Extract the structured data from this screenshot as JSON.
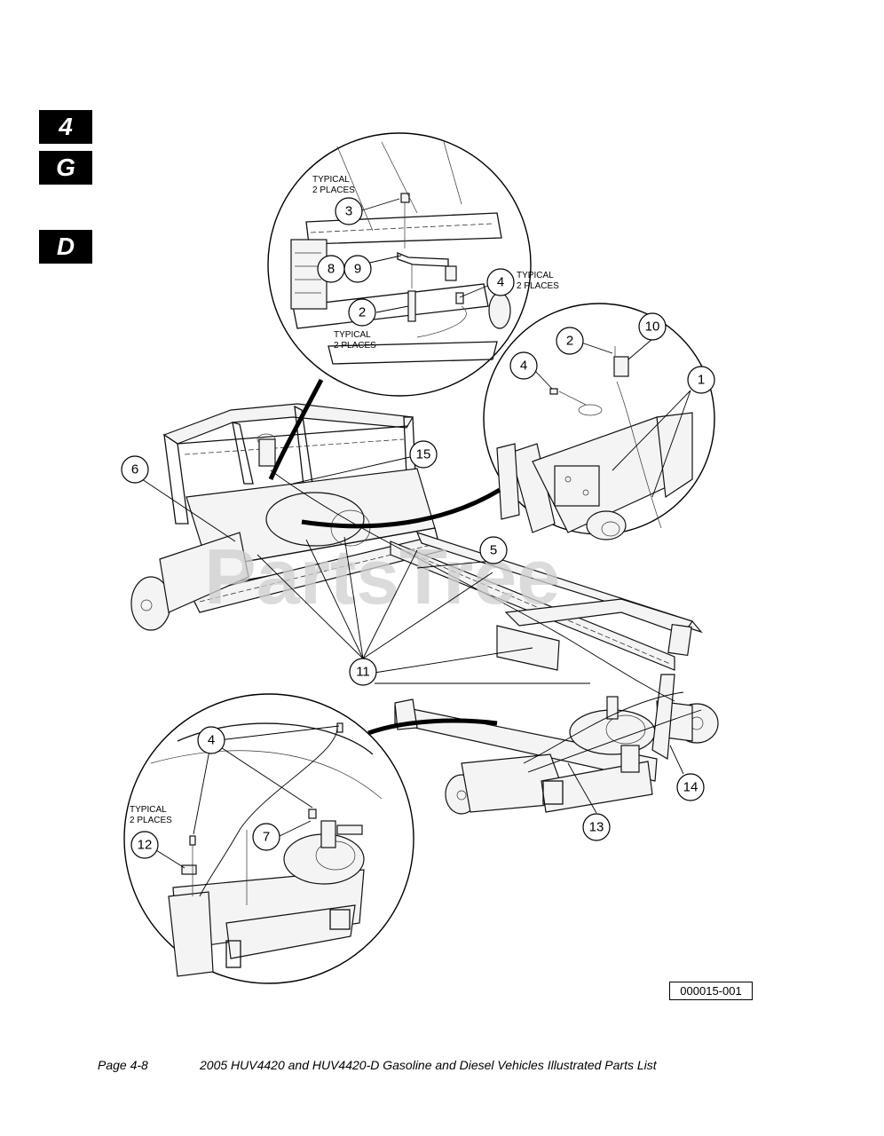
{
  "section_tabs": [
    "4",
    "G",
    "D"
  ],
  "callouts": {
    "c1": "1",
    "c2a": "2",
    "c2b": "2",
    "c3": "3",
    "c4a": "4",
    "c4b": "4",
    "c4c": "4",
    "c5": "5",
    "c6": "6",
    "c7": "7",
    "c8": "8",
    "c9": "9",
    "c10": "10",
    "c11": "11",
    "c12": "12",
    "c13": "13",
    "c14": "14",
    "c15": "15"
  },
  "notes": {
    "typical_line1": "TYPICAL",
    "typical_line2": "2 PLACES"
  },
  "watermark": "PartsTree",
  "figure_number": "000015-001",
  "footer": {
    "page": "Page 4-8",
    "title": "2005 HUV4420 and HUV4420-D Gasoline and Diesel Vehicles Illustrated Parts List"
  }
}
